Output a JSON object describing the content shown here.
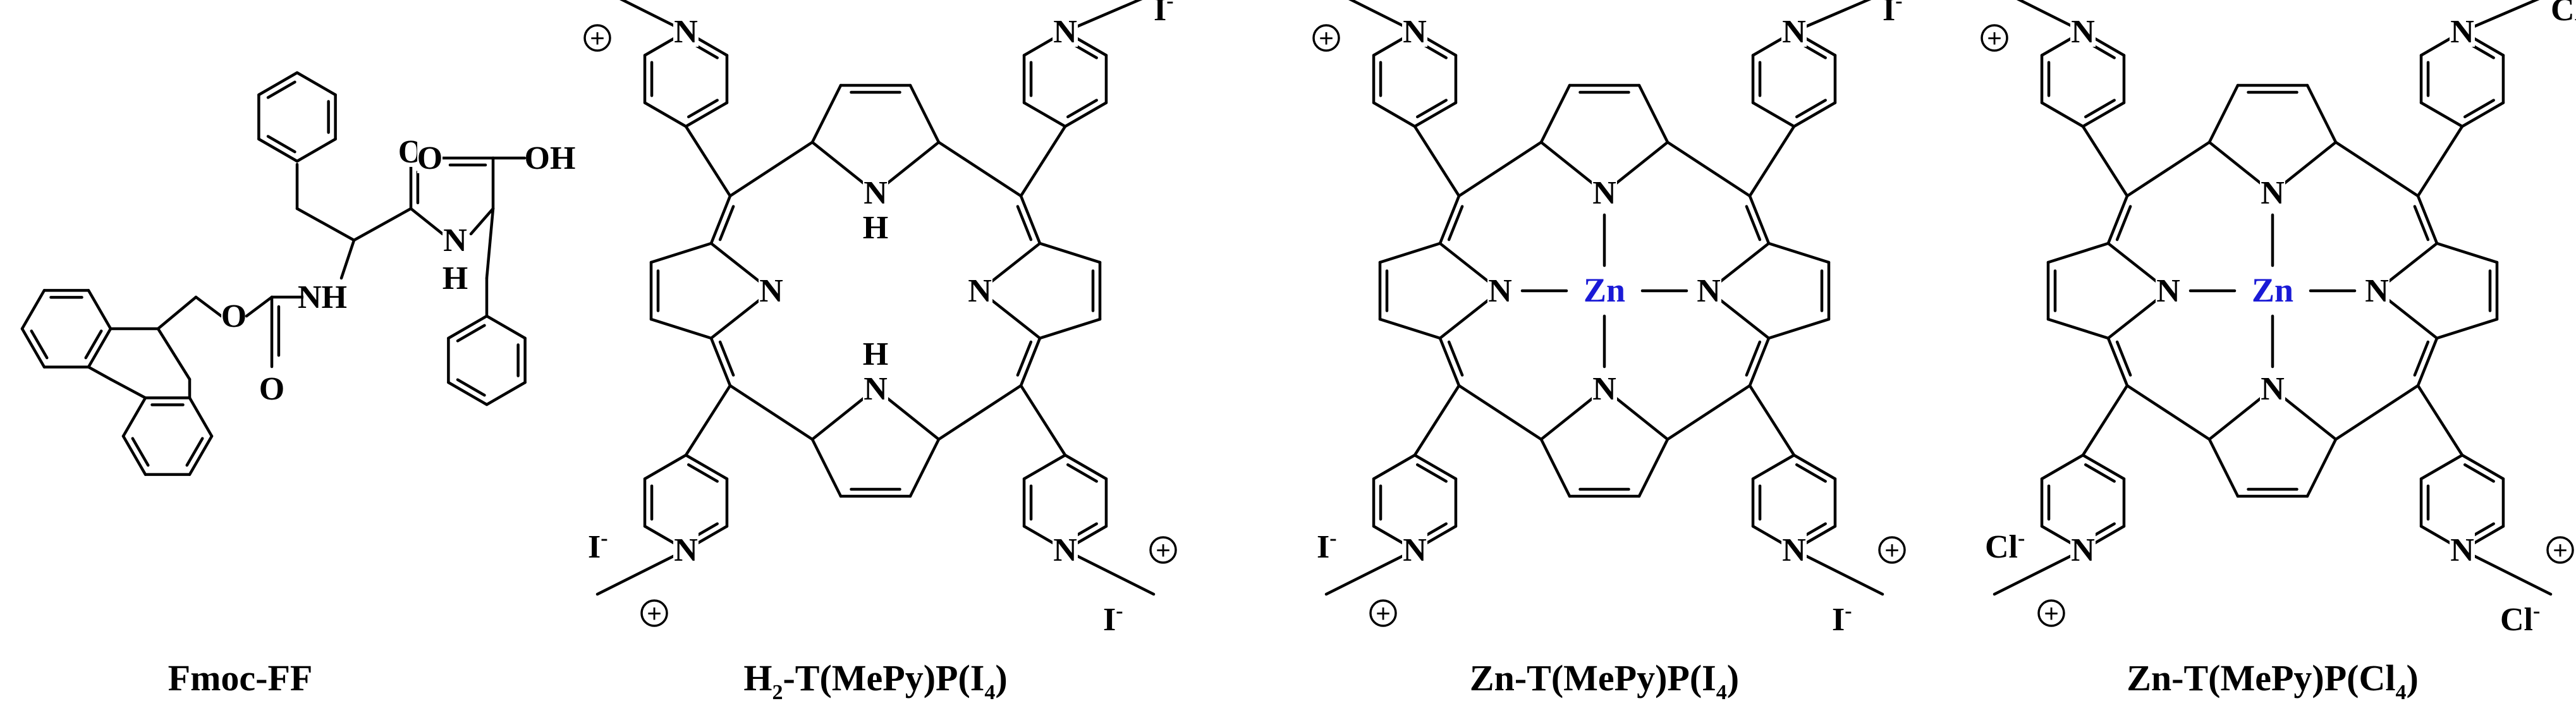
{
  "figure": {
    "background": "#ffffff",
    "bond_color": "#000000",
    "zinc_color": "#1a1ad6"
  },
  "compounds": [
    {
      "caption_parts": [
        "Fmoc-FF"
      ],
      "atoms": {
        "O_ester": "O",
        "O_carbonyl1": "O",
        "NH1": "NH",
        "O_amide": "O",
        "NH2": "N",
        "H2": "H",
        "O_acid": "O",
        "OH": "OH"
      }
    },
    {
      "caption_parts": [
        "H",
        "2",
        "-T(MePy)P(I",
        "4",
        ")"
      ],
      "core": {
        "N_top": "N",
        "H_top": "H",
        "N_left": "N",
        "N_right": "N",
        "N_bottom": "N",
        "H_bottom": "H"
      },
      "counter_ion": "I",
      "charge_sign": "+",
      "pyridinium_N": "N"
    },
    {
      "caption_parts": [
        "Zn-T(MePy)P(I",
        "4",
        ")"
      ],
      "core": {
        "N_top": "N",
        "N_left": "N",
        "N_right": "N",
        "N_bottom": "N",
        "metal": "Zn"
      },
      "counter_ion": "I",
      "charge_sign": "+",
      "pyridinium_N": "N"
    },
    {
      "caption_parts": [
        "Zn-T(MePy)P(Cl",
        "4",
        ")"
      ],
      "core": {
        "N_top": "N",
        "N_left": "N",
        "N_right": "N",
        "N_bottom": "N",
        "metal": "Zn"
      },
      "counter_ion": "Cl",
      "charge_sign": "+",
      "pyridinium_N": "N"
    }
  ]
}
